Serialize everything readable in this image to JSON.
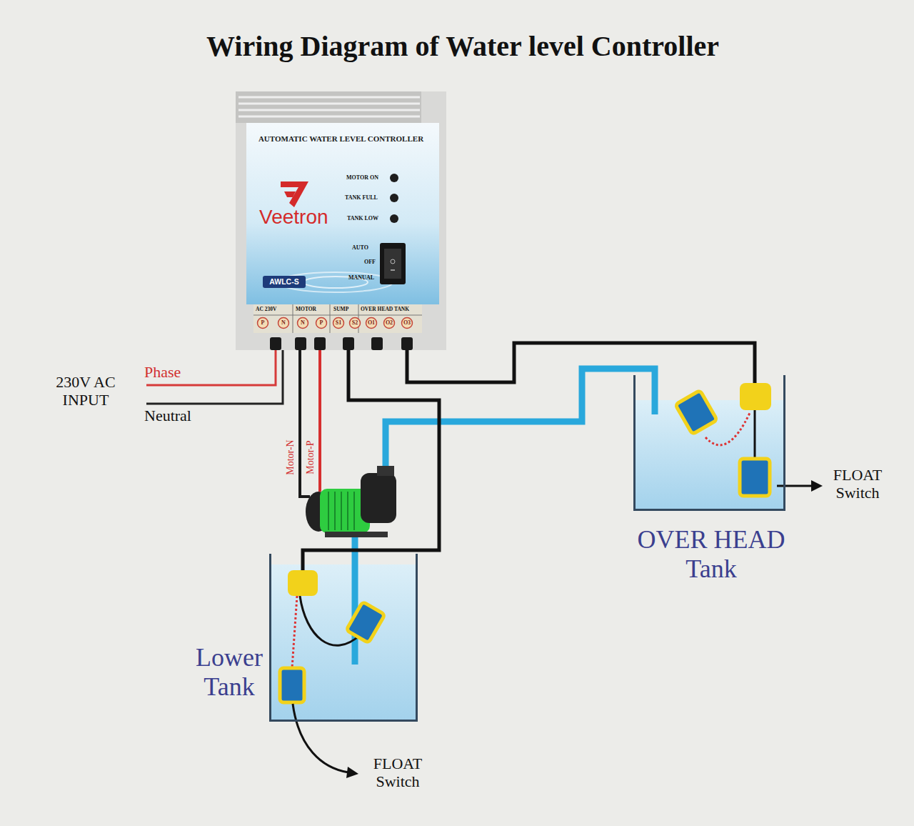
{
  "diagram": {
    "title": "Wiring Diagram of Water level Controller",
    "nodes": [
      {
        "text": [
          "AUTOMATIC WATER LEVEL CONTROLLER",
          "Veetron",
          "AWLC-S"
        ]
      },
      {
        "text": [
          "OVER HEAD Tank"
        ]
      },
      {
        "text": [
          "Lower Tank"
        ]
      }
    ],
    "edges": [
      {
        "from": 0,
        "to": 1,
        "arrow": "none"
      },
      {
        "from": 0,
        "to": 2,
        "arrow": "none"
      }
    ],
    "labels": [
      "MOTOR ON",
      "TANK FULL",
      "TANK LOW",
      "AUTO",
      "OFF",
      "MANUAL",
      "AC 230V",
      "MOTOR",
      "SUMP",
      "OVER HEAD TANK",
      "P",
      "N",
      "N",
      "P",
      "S1",
      "S2",
      "O1",
      "O2",
      "O3",
      "230V AC INPUT",
      "Phase",
      "Neutral",
      "Motor-N",
      "Motor-P",
      "FLOAT Switch",
      "FLOAT Switch"
    ]
  }
}
